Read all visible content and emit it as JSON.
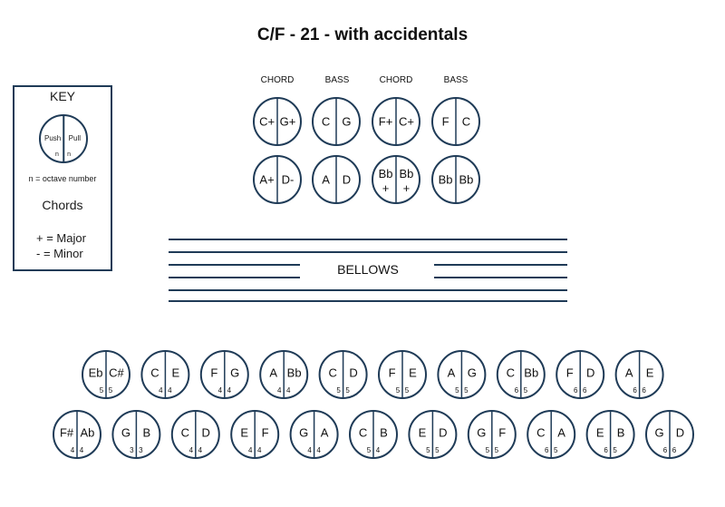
{
  "title": "C/F - 21 - with accidentals",
  "key": {
    "heading": "KEY",
    "push_label": "Push",
    "pull_label": "Pull",
    "push_sub": "n",
    "pull_sub": "n",
    "octave_note": "n = octave number",
    "chords_heading": "Chords",
    "major_legend": "+ = Major",
    "minor_legend": "- = Minor"
  },
  "bass_headers": [
    "CHORD",
    "BASS",
    "CHORD",
    "BASS"
  ],
  "bass_rows": [
    [
      {
        "push": "C+",
        "pull": "G+"
      },
      {
        "push": "C",
        "pull": "G"
      },
      {
        "push": "F+",
        "pull": "C+"
      },
      {
        "push": "F",
        "pull": "C"
      }
    ],
    [
      {
        "push": "A+",
        "pull": "D-"
      },
      {
        "push": "A",
        "pull": "D"
      },
      {
        "push": "Bb +",
        "pull": "Bb +"
      },
      {
        "push": "Bb",
        "pull": "Bb"
      }
    ]
  ],
  "bellows_label": "BELLOWS",
  "treble_rows": [
    [
      {
        "push": "Eb",
        "pull": "C#",
        "push_oct": "5",
        "pull_oct": "5"
      },
      {
        "push": "C",
        "pull": "E",
        "push_oct": "4",
        "pull_oct": "4"
      },
      {
        "push": "F",
        "pull": "G",
        "push_oct": "4",
        "pull_oct": "4"
      },
      {
        "push": "A",
        "pull": "Bb",
        "push_oct": "4",
        "pull_oct": "4"
      },
      {
        "push": "C",
        "pull": "D",
        "push_oct": "5",
        "pull_oct": "5"
      },
      {
        "push": "F",
        "pull": "E",
        "push_oct": "5",
        "pull_oct": "5"
      },
      {
        "push": "A",
        "pull": "G",
        "push_oct": "5",
        "pull_oct": "5"
      },
      {
        "push": "C",
        "pull": "Bb",
        "push_oct": "6",
        "pull_oct": "5"
      },
      {
        "push": "F",
        "pull": "D",
        "push_oct": "6",
        "pull_oct": "6"
      },
      {
        "push": "A",
        "pull": "E",
        "push_oct": "6",
        "pull_oct": "6"
      }
    ],
    [
      {
        "push": "F#",
        "pull": "Ab",
        "push_oct": "4",
        "pull_oct": "4"
      },
      {
        "push": "G",
        "pull": "B",
        "push_oct": "3",
        "pull_oct": "3"
      },
      {
        "push": "C",
        "pull": "D",
        "push_oct": "4",
        "pull_oct": "4"
      },
      {
        "push": "E",
        "pull": "F",
        "push_oct": "4",
        "pull_oct": "4"
      },
      {
        "push": "G",
        "pull": "A",
        "push_oct": "4",
        "pull_oct": "4"
      },
      {
        "push": "C",
        "pull": "B",
        "push_oct": "5",
        "pull_oct": "4"
      },
      {
        "push": "E",
        "pull": "D",
        "push_oct": "5",
        "pull_oct": "5"
      },
      {
        "push": "G",
        "pull": "F",
        "push_oct": "5",
        "pull_oct": "5"
      },
      {
        "push": "C",
        "pull": "A",
        "push_oct": "6",
        "pull_oct": "5"
      },
      {
        "push": "E",
        "pull": "B",
        "push_oct": "6",
        "pull_oct": "5"
      },
      {
        "push": "G",
        "pull": "D",
        "push_oct": "6",
        "pull_oct": "6"
      }
    ]
  ],
  "colors": {
    "outline": "#1f3b57",
    "text": "#111111",
    "background": "#ffffff"
  }
}
